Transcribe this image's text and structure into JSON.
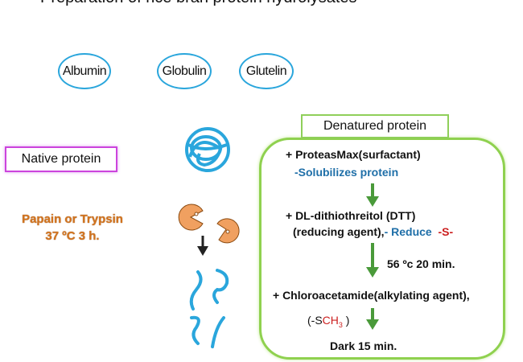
{
  "title": "Preparation of rice bran protein hydrolysates",
  "fractions": [
    "Albumin",
    "Globulin",
    "Glutelin"
  ],
  "native_label": "Native protein",
  "enzyme": {
    "line1": "Papain or Trypsin",
    "line2": "37 ºC 3 h."
  },
  "denatured_label": "Denatured protein",
  "steps": {
    "s1": "+ ProteasMax(surfactant)",
    "s1_note": "-Solubilizes protein",
    "s2": "+ DL-dithiothreitol (DTT)",
    "s2_a": "(reducing agent),",
    "s2_b": "- Reduce",
    "s2_c": "-S-",
    "cond1": "56 ºc  20 min.",
    "s3": "+ Chloroacetamide(alkylating agent),",
    "s3_a": "(-S",
    "s3_b": "CH",
    "s3_sub": "3",
    "s3_c": " )",
    "cond2": "Dark 15 min."
  },
  "colors": {
    "ellipse": "#2aa6dc",
    "box_green": "#8fd14f",
    "arrow_green": "#4a9a3a",
    "native_border": "#cc44dd",
    "enzyme": "#d2731e"
  }
}
